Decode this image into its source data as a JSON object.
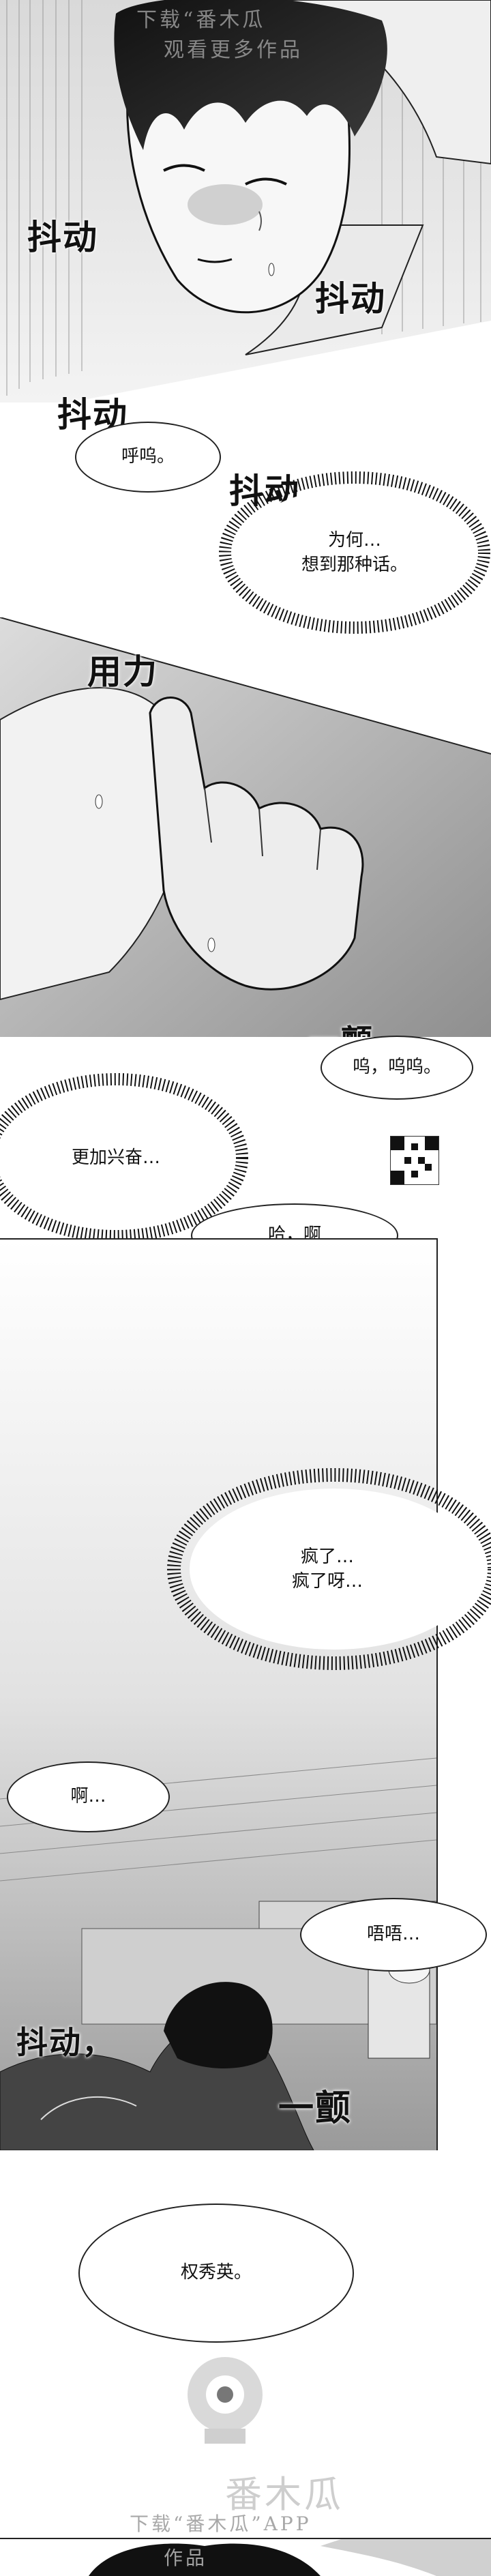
{
  "watermark_top": {
    "line1": "下载“番木瓜",
    "line2": "观看更多作品"
  },
  "watermark_bottom": {
    "brand": "番木瓜",
    "line1": "下载“番木瓜”APP",
    "line2": "作品"
  },
  "panel1": {
    "sfx_1": "抖动",
    "sfx_2": "抖动"
  },
  "panel2": {
    "sfx_1": "抖动",
    "speech_1": "呼呜。",
    "sfx_2": "抖动",
    "thought_1": "为何…\n想到那种话。"
  },
  "panel3": {
    "sfx_1": "用力",
    "sfx_2": "一颤",
    "speech_1": "呜，呜呜。"
  },
  "panel4": {
    "thought_1": "更加兴奋…",
    "speech_1": "哈，啊"
  },
  "panel5": {
    "thought_1": "疯了…\n疯了呀…",
    "speech_1": "啊…",
    "speech_2": "唔唔…",
    "sfx_1": "抖动，",
    "sfx_2": "一颤"
  },
  "panel6": {
    "speech_1": "权秀英。"
  }
}
